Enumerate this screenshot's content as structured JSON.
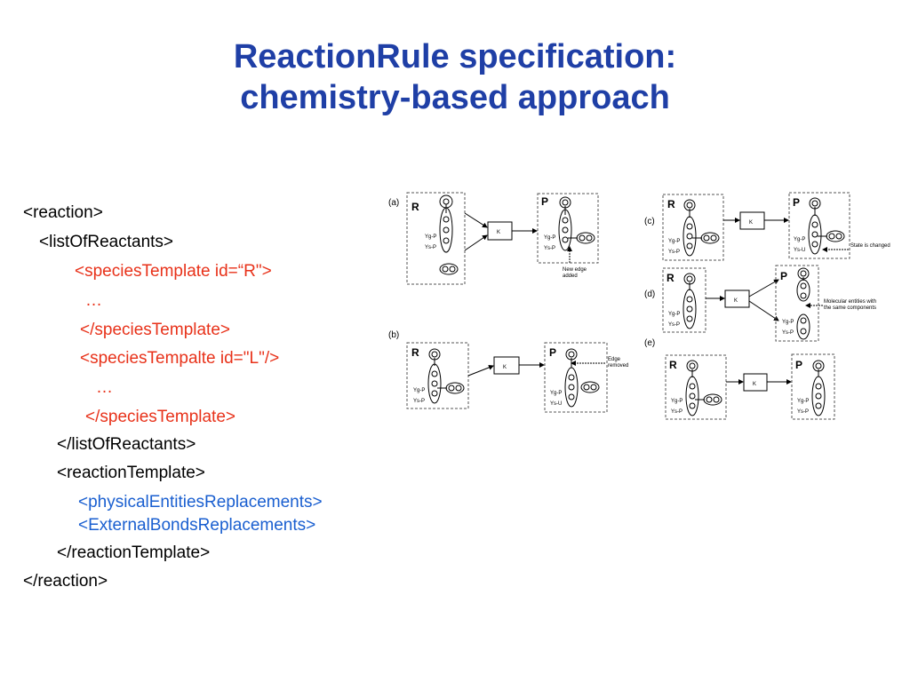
{
  "slide": {
    "title_line1": "ReactionRule specification:",
    "title_line2": "chemistry-based approach"
  },
  "code": {
    "line1": "<reaction>",
    "line2": "<listOfReactants>",
    "line3": "<speciesTemplate id=“R\">",
    "line4": "…",
    "line5": "</speciesTemplate>",
    "line6": "<speciesTempalte id=\"L\"/>",
    "line7": "…",
    "line8": "</speciesTemplate>",
    "line9": "</listOfReactants>",
    "line10": "<reactionTemplate>",
    "line11": "<physicalEntitiesReplacements>",
    "line12": "<ExternalBondsReplacements>",
    "line13": "</reactionTemplate>",
    "line14": "</reaction>"
  },
  "figure": {
    "panel_a": "(a)",
    "panel_b": "(b)",
    "panel_c": "(c)",
    "panel_d": "(d)",
    "panel_e": "(e)",
    "reactant_label": "R",
    "product_label": "P",
    "enzyme_label": "K",
    "yg_p": "Yg-P",
    "ys_p": "Ys-P",
    "ys_u": "Ys-U",
    "new_edge_line1": "New edge",
    "new_edge_line2": "added",
    "edge_removed_line1": "Edge",
    "edge_removed_line2": "removed",
    "state_changed": "State is changed",
    "molecular_line1": "Molecular entities with",
    "molecular_line2": "the same components"
  }
}
